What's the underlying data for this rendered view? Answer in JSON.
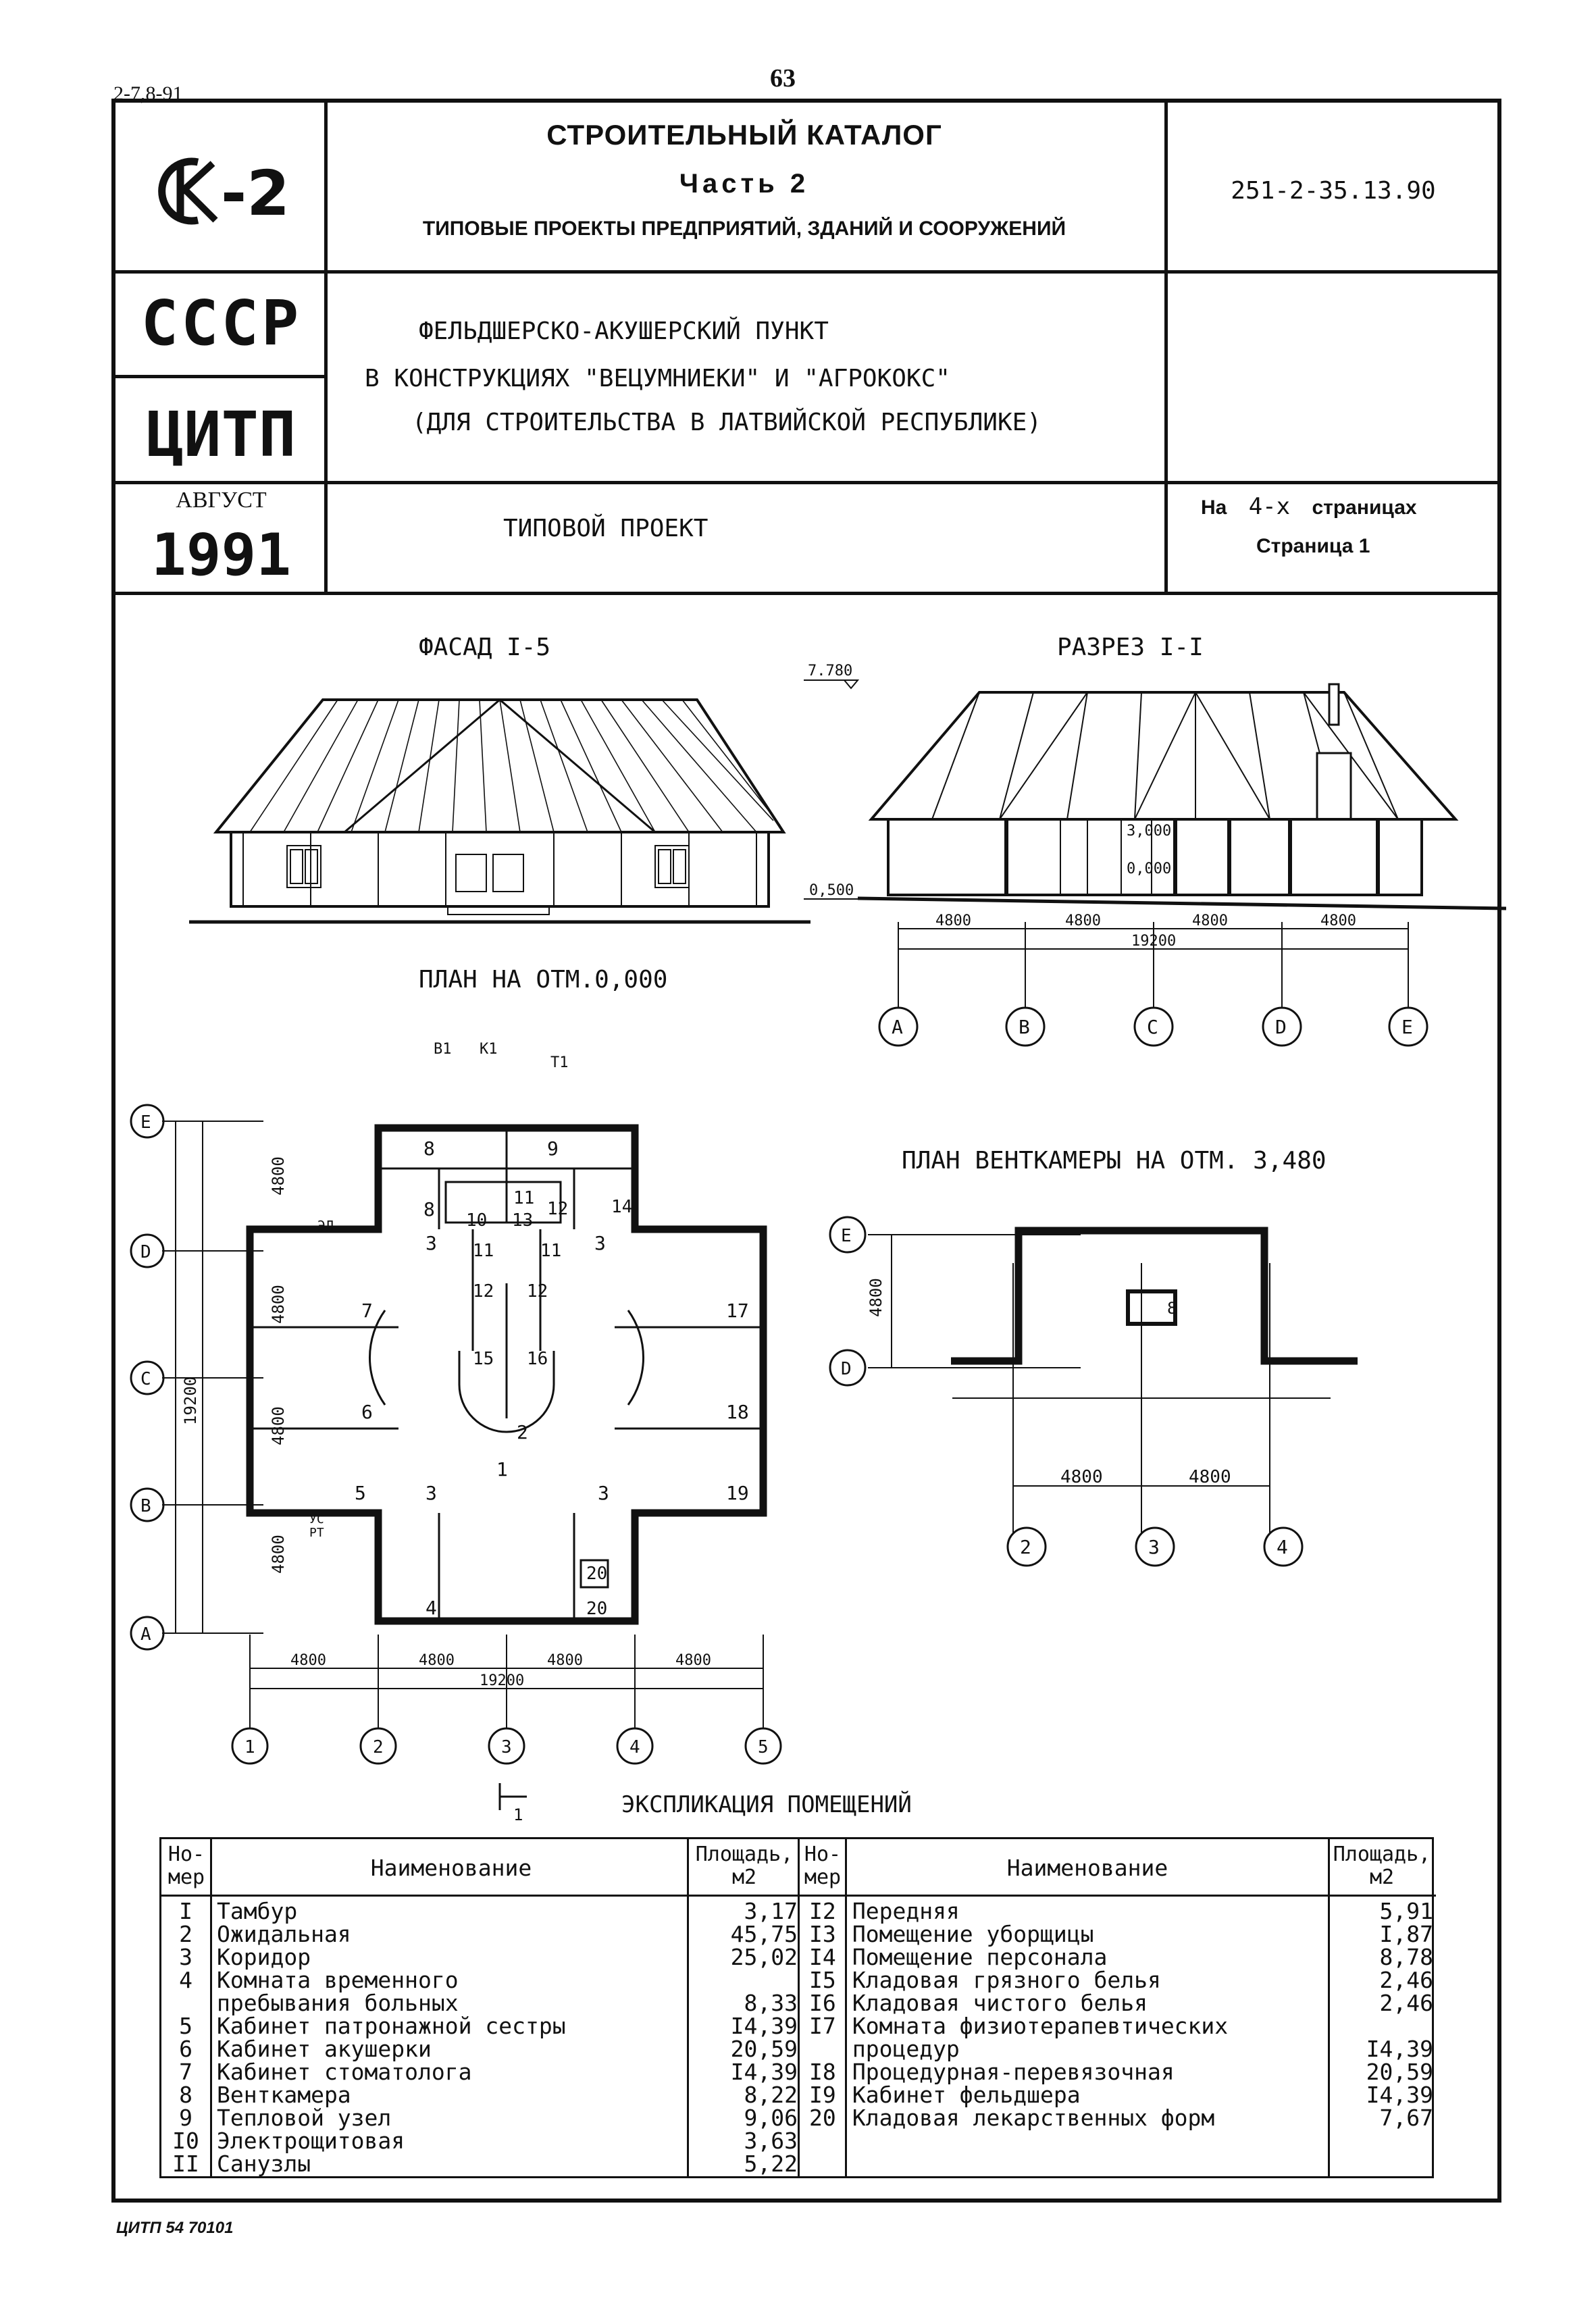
{
  "page": {
    "corner_code": "2-7,8-91",
    "page_number": "63",
    "footer_code": "ЦИТП 54 70101"
  },
  "header": {
    "logo_text": "СК-2",
    "catalog_title": "СТРОИТЕЛЬНЫЙ КАТАЛОГ",
    "part": "Часть 2",
    "subtitle": "ТИПОВЫЕ ПРОЕКТЫ ПРЕДПРИЯТИЙ, ЗДАНИЙ И СООРУЖЕНИЙ",
    "project_code": "251-2-35.13.90",
    "country": "СССР",
    "org": "ЦИТП",
    "month": "АВГУСТ",
    "year": "1991",
    "title_lines": [
      "ФЕЛЬДШЕРСКО-АКУШЕРСКИЙ ПУНКТ",
      "В КОНСТРУКЦИЯХ \"ВЕЦУМНИЕКИ\" И \"АГРОКОКС\"",
      "(ДЛЯ СТРОИТЕЛЬСТВА В ЛАТВИЙСКОЙ РЕСПУБЛИКЕ)"
    ],
    "project_type": "ТИПОВОЙ ПРОЕКТ",
    "pages_prefix": "На",
    "pages_count": "4-х",
    "pages_suffix": "страницах",
    "page_label": "Страница 1"
  },
  "drawings": {
    "facade_title": "ФАСАД I-5",
    "section_title": "РАЗРЕЗ I-I",
    "plan_title": "ПЛАН НА ОТМ.0,000",
    "vent_title": "ПЛАН ВЕНТКАМЕРЫ НА ОТМ.  3,480",
    "elev_top": "7.780",
    "elev_floor": "0,500",
    "elev_3000": "3,000",
    "elev_0000": "0,000",
    "dim_4800": "4800",
    "dim_19200": "19200",
    "axes_letters": [
      "A",
      "B",
      "C",
      "D",
      "E"
    ],
    "axes_numbers": [
      "1",
      "2",
      "3",
      "4",
      "5"
    ],
    "vent_axes": [
      "2",
      "3",
      "4"
    ],
    "vent_room": "8",
    "section_mark": "1",
    "room_numbers": [
      "1",
      "2",
      "3",
      "4",
      "5",
      "6",
      "7",
      "8",
      "9",
      "10",
      "11",
      "12",
      "13",
      "14",
      "15",
      "16",
      "17",
      "18",
      "19",
      "20"
    ],
    "utility_labels": [
      "В1",
      "К1",
      "Т1",
      "ЭЛ",
      "УС",
      "РТ"
    ]
  },
  "explication": {
    "title": "ЭКСПЛИКАЦИЯ ПОМЕЩЕНИЙ",
    "headers": {
      "num": "Но-мер",
      "name": "Наименование",
      "area": "Площадь, м2"
    },
    "left": [
      {
        "num": "I",
        "name": "Тамбур",
        "area": "3,17"
      },
      {
        "num": "2",
        "name": "Ожидальная",
        "area": "45,75"
      },
      {
        "num": "3",
        "name": "Коридор",
        "area": "25,02"
      },
      {
        "num": "4",
        "name": "Комната временного пребывания больных",
        "area": "8,33"
      },
      {
        "num": "5",
        "name": "Кабинет патронажной сестры",
        "area": "I4,39"
      },
      {
        "num": "6",
        "name": "Кабинет акушерки",
        "area": "20,59"
      },
      {
        "num": "7",
        "name": "Кабинет стоматолога",
        "area": "I4,39"
      },
      {
        "num": "8",
        "name": "Венткамера",
        "area": "8,22"
      },
      {
        "num": "9",
        "name": "Тепловой узел",
        "area": "9,06"
      },
      {
        "num": "I0",
        "name": "Электрощитовая",
        "area": "3,63"
      },
      {
        "num": "II",
        "name": "Санузлы",
        "area": "5,22"
      }
    ],
    "right": [
      {
        "num": "I2",
        "name": "Передняя",
        "area": "5,91"
      },
      {
        "num": "I3",
        "name": "Помещение уборщицы",
        "area": "I,87"
      },
      {
        "num": "I4",
        "name": "Помещение персонала",
        "area": "8,78"
      },
      {
        "num": "I5",
        "name": "Кладовая грязного белья",
        "area": "2,46"
      },
      {
        "num": "I6",
        "name": "Кладовая чистого белья",
        "area": "2,46"
      },
      {
        "num": "I7",
        "name": "Комната физиотерапевтических процедур",
        "area": "I4,39"
      },
      {
        "num": "I8",
        "name": "Процедурная-перевязочная",
        "area": "20,59"
      },
      {
        "num": "I9",
        "name": "Кабинет фельдшера",
        "area": "I4,39"
      },
      {
        "num": "20",
        "name": "Кладовая лекарственных форм",
        "area": "7,67"
      }
    ]
  }
}
